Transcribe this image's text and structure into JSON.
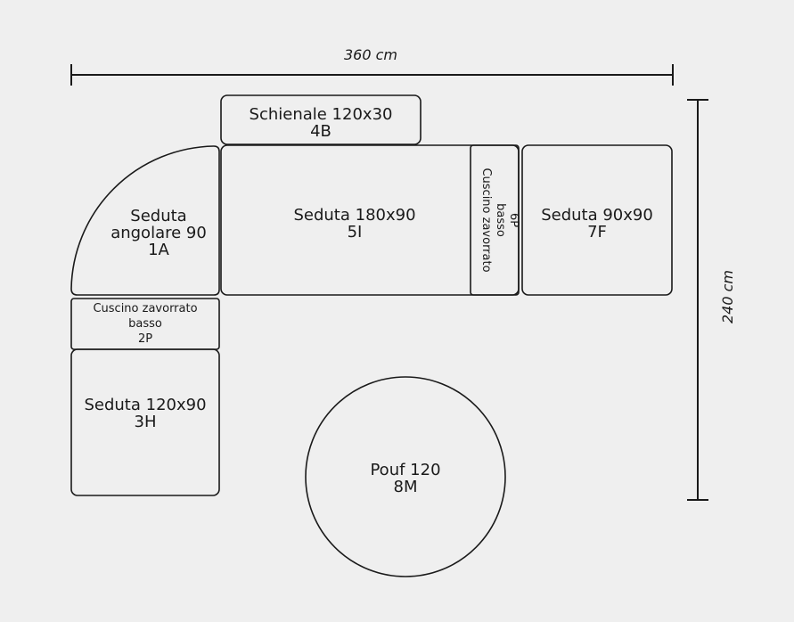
{
  "dimensions": {
    "width_label": "360 cm",
    "height_label": "240 cm"
  },
  "pieces": {
    "schienale": {
      "name": "Schienale 120x30",
      "code": "4B"
    },
    "angolare": {
      "name_line1": "Seduta",
      "name_line2": "angolare 90",
      "code": "1A"
    },
    "seduta180": {
      "name": "Seduta 180x90",
      "code": "5I"
    },
    "cuscino6p": {
      "name_line1": "Cuscino zavorrato",
      "name_line2": "basso",
      "code": "6P"
    },
    "seduta90": {
      "name": "Seduta 90x90",
      "code": "7F"
    },
    "cuscino2p": {
      "name_line1": "Cuscino zavorrato",
      "name_line2": "basso",
      "code": "2P"
    },
    "seduta120": {
      "name": "Seduta 120x90",
      "code": "3H"
    },
    "pouf": {
      "name": "Pouf 120",
      "code": "8M"
    }
  }
}
